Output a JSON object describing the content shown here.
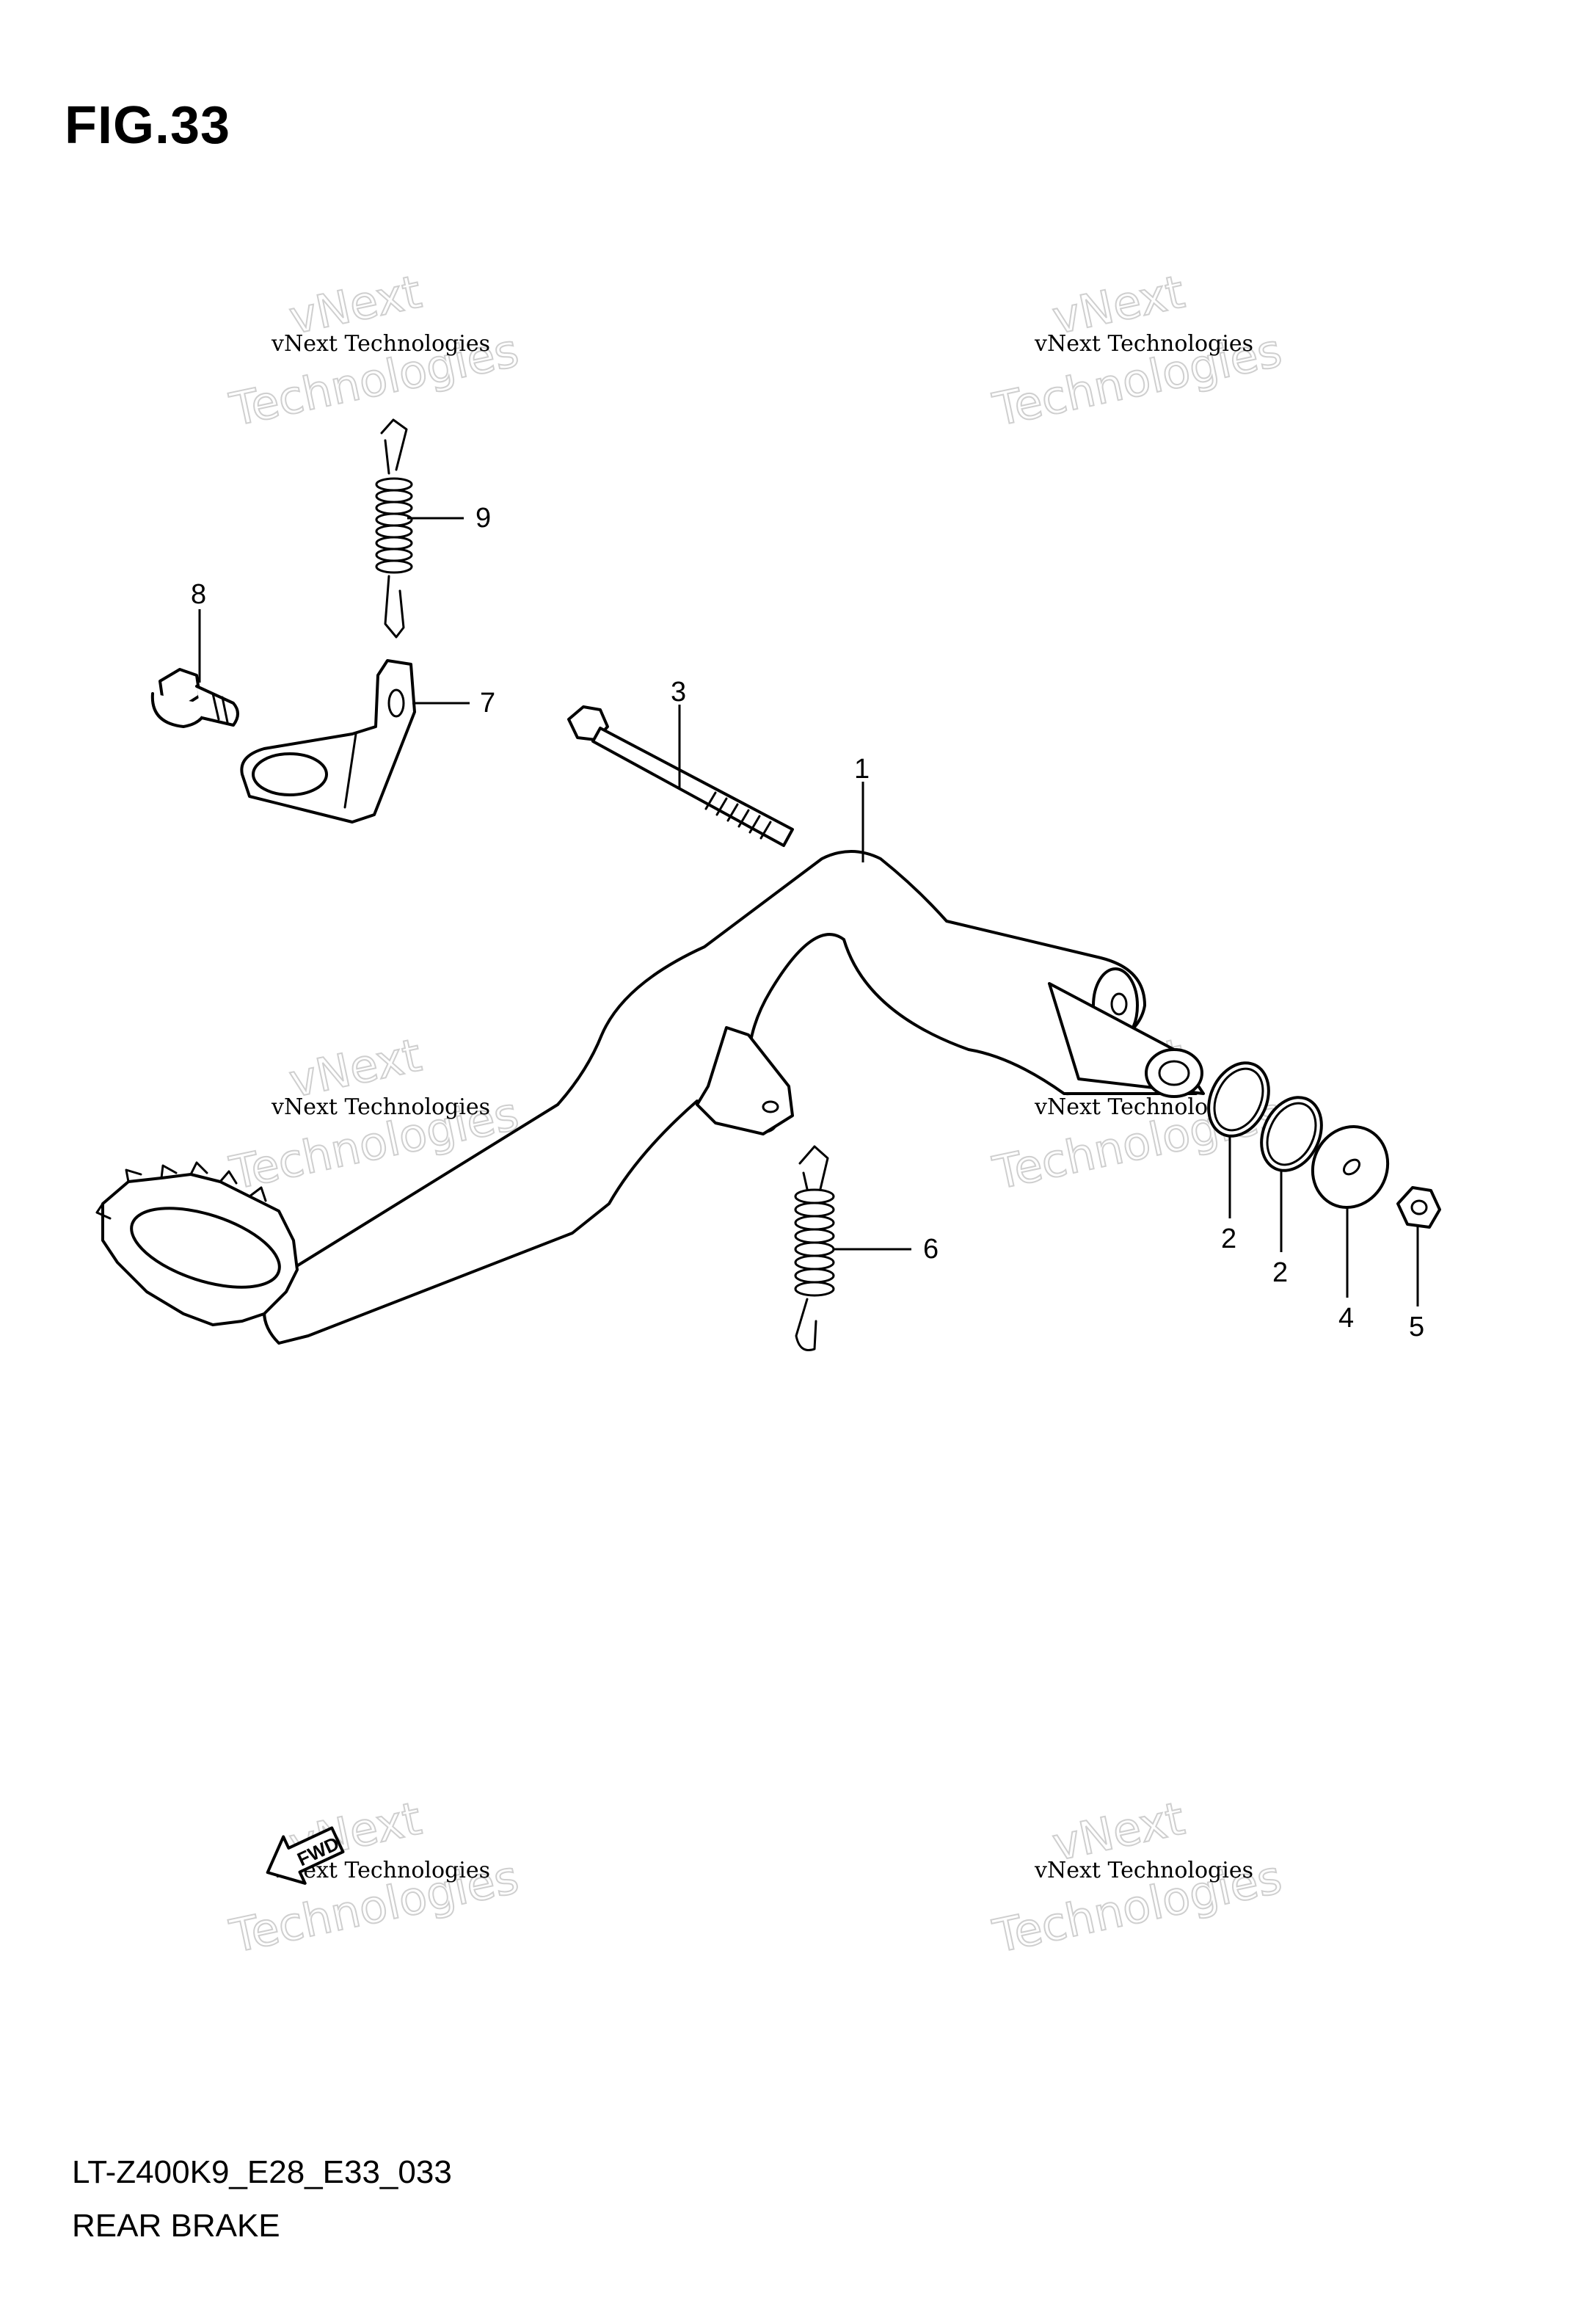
{
  "figure": {
    "title": "FIG.33",
    "model_code": "LT-Z400K9_E28_E33_033",
    "section_title": "REAR BRAKE"
  },
  "callouts": {
    "c1": "1",
    "c2a": "2",
    "c2b": "2",
    "c3": "3",
    "c4": "4",
    "c5": "5",
    "c6": "6",
    "c7": "7",
    "c8": "8",
    "c9": "9"
  },
  "fwd_arrow": {
    "label": "FWD"
  },
  "watermark": {
    "brand": "vNext",
    "line1": "vNext Technologies",
    "line2": "Technologies"
  }
}
